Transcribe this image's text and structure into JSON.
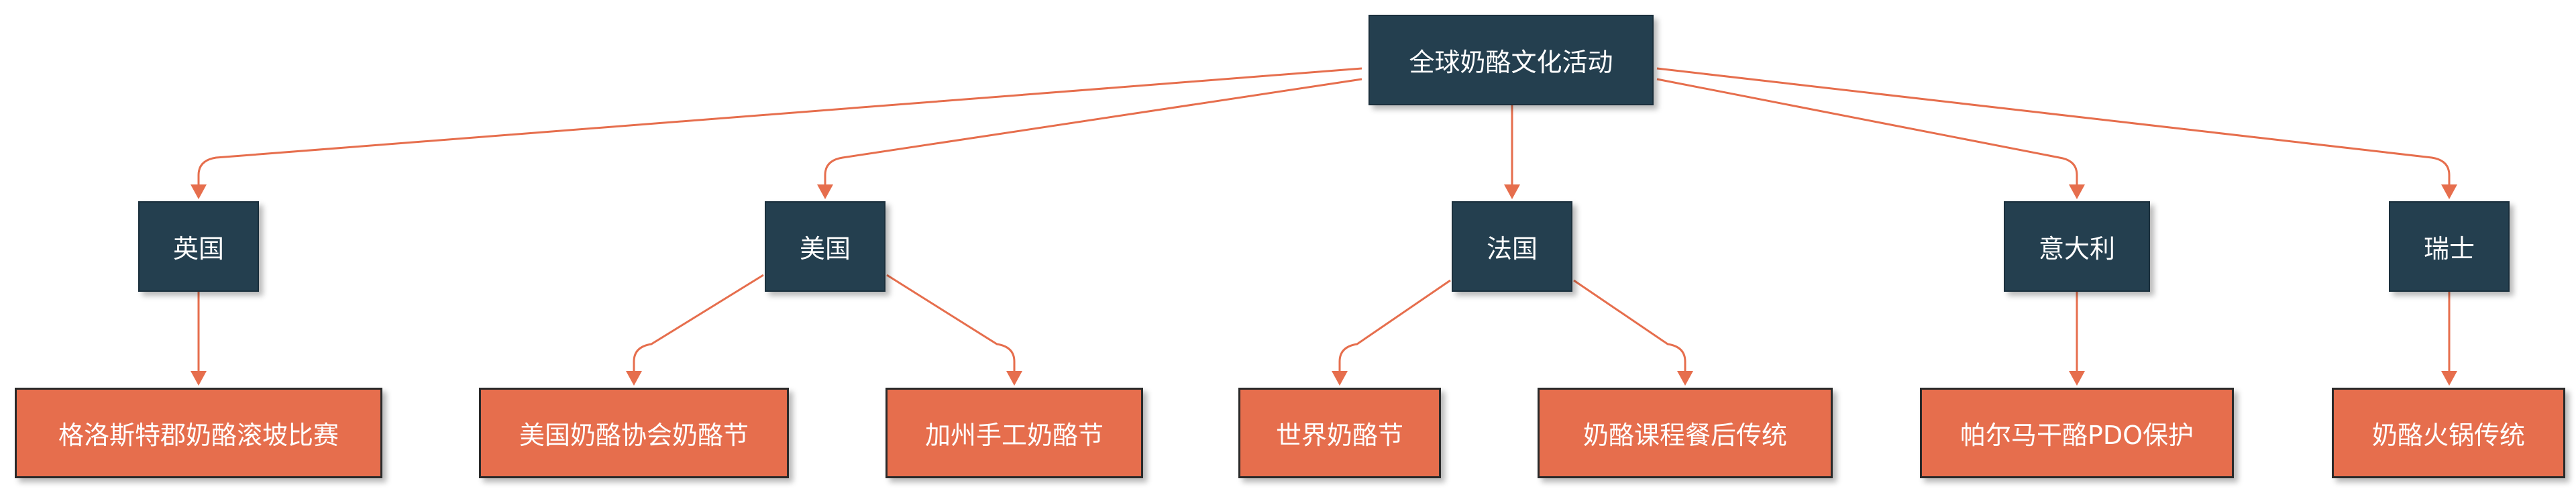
{
  "diagram": {
    "colors": {
      "dark_node": "#243f4f",
      "leaf_node": "#e66e4d",
      "edge": "#e66e4d",
      "text": "#ffffff"
    },
    "root": {
      "label": "全球奶酪文化活动"
    },
    "countries": [
      {
        "label": "英国",
        "events": [
          {
            "label": "格洛斯特郡奶酪滚坡比赛"
          }
        ]
      },
      {
        "label": "美国",
        "events": [
          {
            "label": "美国奶酪协会奶酪节"
          },
          {
            "label": "加州手工奶酪节"
          }
        ]
      },
      {
        "label": "法国",
        "events": [
          {
            "label": "世界奶酪节"
          },
          {
            "label": "奶酪课程餐后传统"
          }
        ]
      },
      {
        "label": "意大利",
        "events": [
          {
            "label": "帕尔马干酪PDO保护"
          }
        ]
      },
      {
        "label": "瑞士",
        "events": [
          {
            "label": "奶酪火锅传统"
          }
        ]
      }
    ]
  }
}
